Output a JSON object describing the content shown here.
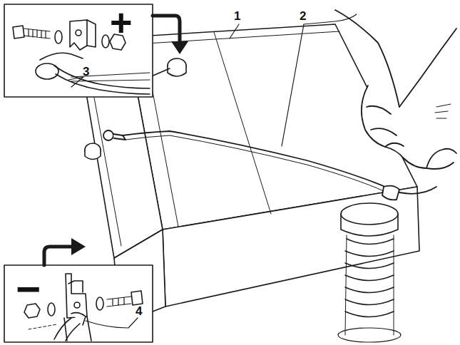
{
  "diagram": {
    "labels": [
      "1",
      "2",
      "3",
      "4",
      "+",
      "−"
    ]
  }
}
